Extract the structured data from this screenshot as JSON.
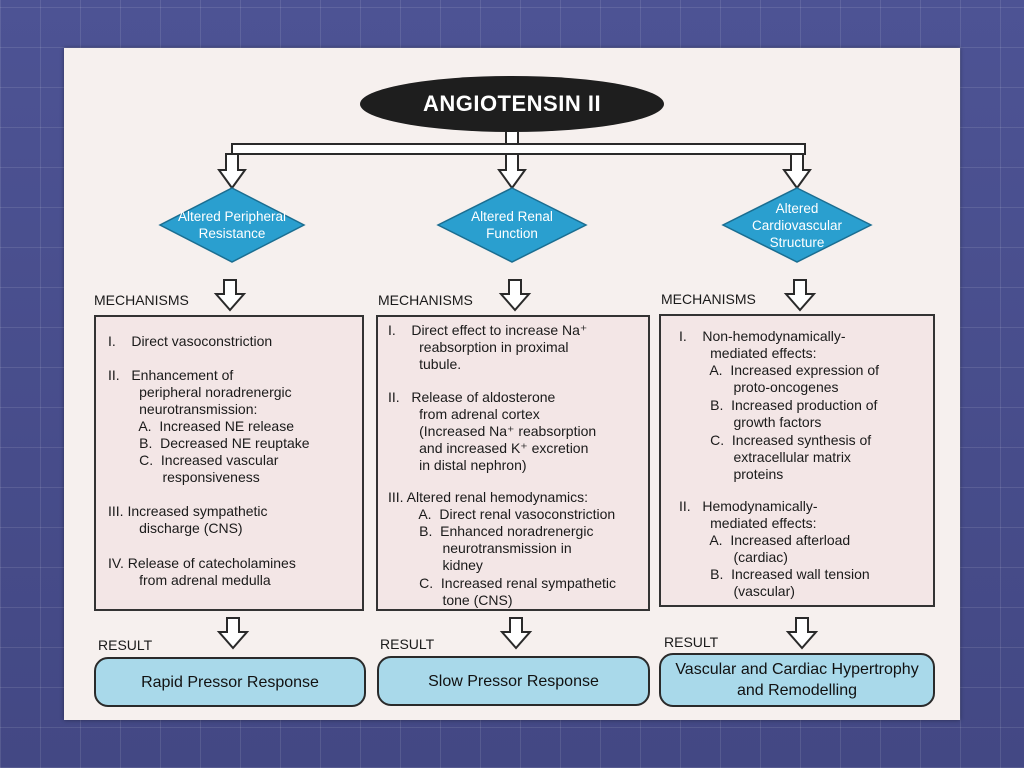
{
  "title": "ANGIOTENSIN II",
  "columns": [
    {
      "effect": "Altered Peripheral Resistance",
      "mechanisms_label": "MECHANISMS",
      "mechanism_lines": [
        "I.    Direct vasoconstriction",
        "II.   Enhancement of",
        "        peripheral noradrenergic",
        "        neurotransmission:",
        "        A.  Increased NE release",
        "        B.  Decreased NE reuptake",
        "        C.  Increased vascular",
        "              responsiveness",
        "III. Increased sympathetic",
        "        discharge (CNS)",
        "IV. Release of catecholamines",
        "        from adrenal medulla"
      ],
      "result_label": "RESULT",
      "result": "Rapid Pressor Response"
    },
    {
      "effect": "Altered Renal Function",
      "mechanisms_label": "MECHANISMS",
      "mechanism_lines": [
        "I.    Direct effect to increase Na⁺",
        "        reabsorption in proximal",
        "        tubule.",
        "II.   Release of aldosterone",
        "        from adrenal cortex",
        "        (Increased Na⁺ reabsorption",
        "        and increased K⁺ excretion",
        "        in distal nephron)",
        "III. Altered renal hemodynamics:",
        "        A.  Direct renal vasoconstriction",
        "        B.  Enhanced noradrenergic",
        "              neurotransmission in",
        "              kidney",
        "        C.  Increased renal sympathetic",
        "              tone (CNS)"
      ],
      "result_label": "RESULT",
      "result": "Slow Pressor Response"
    },
    {
      "effect": "Altered Cardiovascular Structure",
      "mechanisms_label": "MECHANISMS",
      "mechanism_lines": [
        "I.    Non-hemodynamically-",
        "        mediated effects:",
        "        A.  Increased expression of",
        "              proto-oncogenes",
        "        B.  Increased production of",
        "              growth factors",
        "        C.  Increased synthesis of",
        "              extracellular matrix",
        "              proteins",
        "II.   Hemodynamically-",
        "        mediated effects:",
        "        A.  Increased afterload",
        "              (cardiac)",
        "        B.  Increased wall tension",
        "              (vascular)"
      ],
      "result_label": "RESULT",
      "result": "Vascular and Cardiac Hypertrophy and Remodelling"
    }
  ],
  "colors": {
    "background": "#4a4f8f",
    "slide": "#f6f0ee",
    "title_ellipse": "#1e1e1e",
    "diamond": "#2a9fcf",
    "result_box": "#a9d9ea",
    "mechanism_box": "#f3e6e6"
  }
}
